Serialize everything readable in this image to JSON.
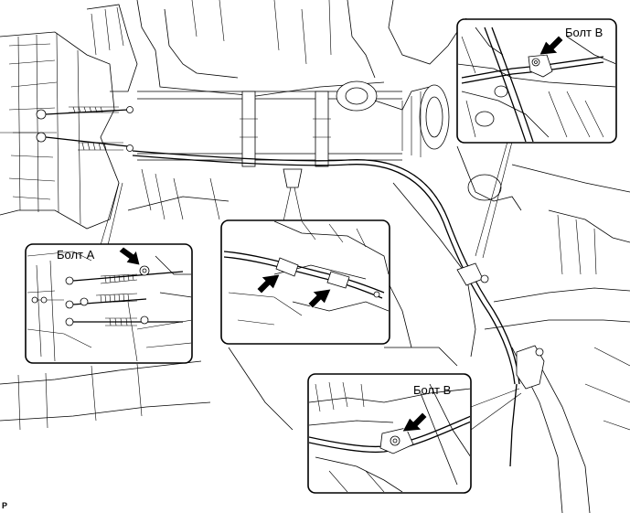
{
  "labels": {
    "bolt_a": "Болт A",
    "bolt_b_top": "Болт B",
    "bolt_b_bottom": "Болт B",
    "corner_mark": "P"
  }
}
